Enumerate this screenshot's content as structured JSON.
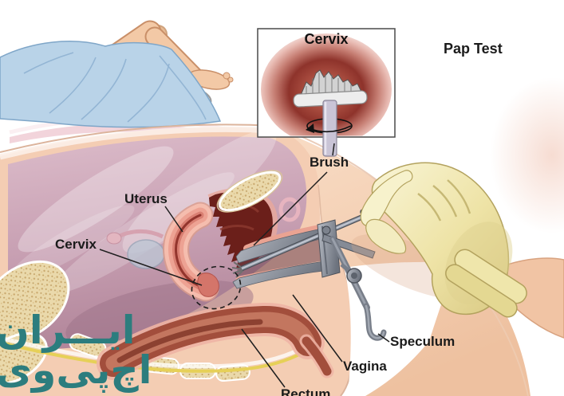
{
  "title": "Pap Test",
  "inset": {
    "label": "Cervix"
  },
  "labels": {
    "uterus": "Uterus",
    "cervix": "Cervix",
    "brush": "Brush",
    "speculum": "Speculum",
    "vagina": "Vagina",
    "rectum": "Rectum"
  },
  "watermark": {
    "line1": "ایـــران",
    "line2": "اچ‌پی‌وی"
  },
  "icons": {
    "rotation_arrow_icon": "elliptical arrow showing brush rotation"
  },
  "colors": {
    "watermark_teal": "#2c7d7e",
    "label_black": "#1b1b1b",
    "glove_yellow": "#f2ecba",
    "drape_blue": "#b9d3e8",
    "skin": "#f4cdb3",
    "interior_mauve": "#c7a1b3",
    "cavity_maroon": "#6b1f1a",
    "bone_tan": "#ead9ab",
    "metal_gray": "#8b909a"
  }
}
